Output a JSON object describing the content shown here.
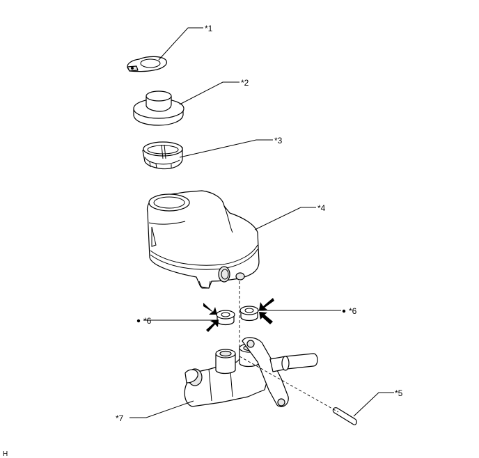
{
  "labels": {
    "c1": "*1",
    "c2": "*2",
    "c3": "*3",
    "c4": "*4",
    "c5": "*5",
    "c6_left": "*6",
    "c6_right": "*6",
    "c7": "*7"
  },
  "corner_mark": "H"
}
